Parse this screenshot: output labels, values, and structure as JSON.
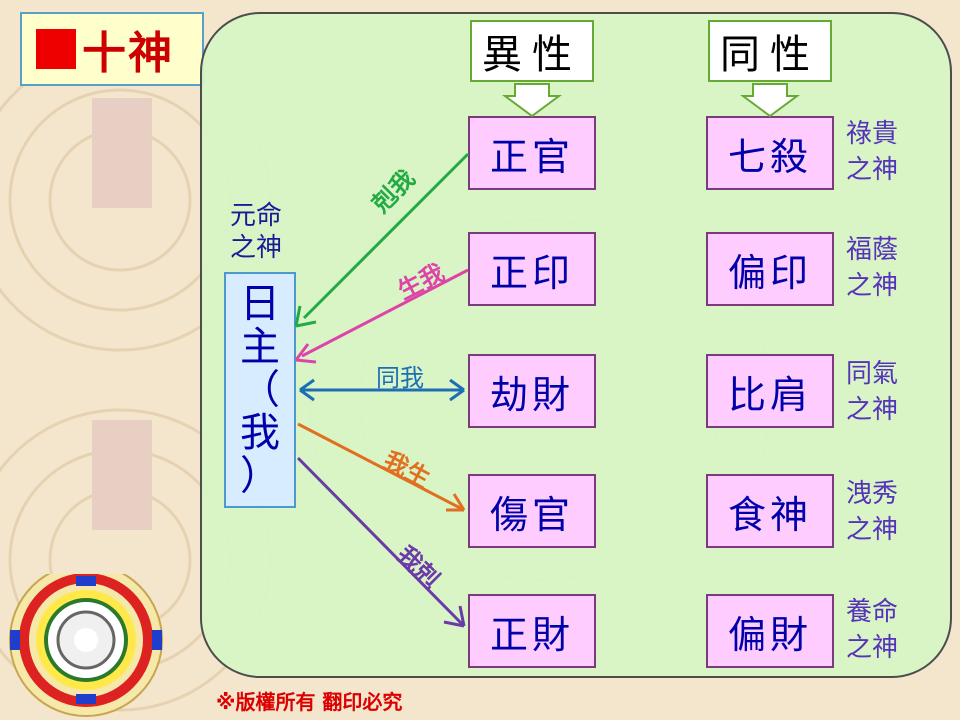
{
  "title": "十神",
  "headers": {
    "opposite": "異性",
    "same": "同性"
  },
  "day_master": {
    "chars": [
      "日",
      "主",
      "（",
      "我",
      "）"
    ],
    "caption_lines": [
      "元命",
      "之神"
    ]
  },
  "rows": [
    {
      "opposite": "正官",
      "same": "七殺",
      "relation": "剋我",
      "relation_color": "#22aa44",
      "caption_lines": [
        "祿貴",
        "之神"
      ]
    },
    {
      "opposite": "正印",
      "same": "偏印",
      "relation": "生我",
      "relation_color": "#dd44aa",
      "caption_lines": [
        "福蔭",
        "之神"
      ]
    },
    {
      "opposite": "劫財",
      "same": "比肩",
      "relation": "同我",
      "relation_color": "#1e6eb5",
      "caption_lines": [
        "同氣",
        "之神"
      ]
    },
    {
      "opposite": "傷官",
      "same": "食神",
      "relation": "我生",
      "relation_color": "#e07020",
      "caption_lines": [
        "洩秀",
        "之神"
      ]
    },
    {
      "opposite": "正財",
      "same": "偏財",
      "relation": "我剋",
      "relation_color": "#6a3aa8",
      "caption_lines": [
        "養命",
        "之神"
      ]
    }
  ],
  "copyright": "※版權所有  翻印必究",
  "colors": {
    "title_red": "#cc0000",
    "god_box_fill": "#ffccff",
    "panel_fill": "#d6f6c6",
    "text_blue": "#0000aa"
  }
}
